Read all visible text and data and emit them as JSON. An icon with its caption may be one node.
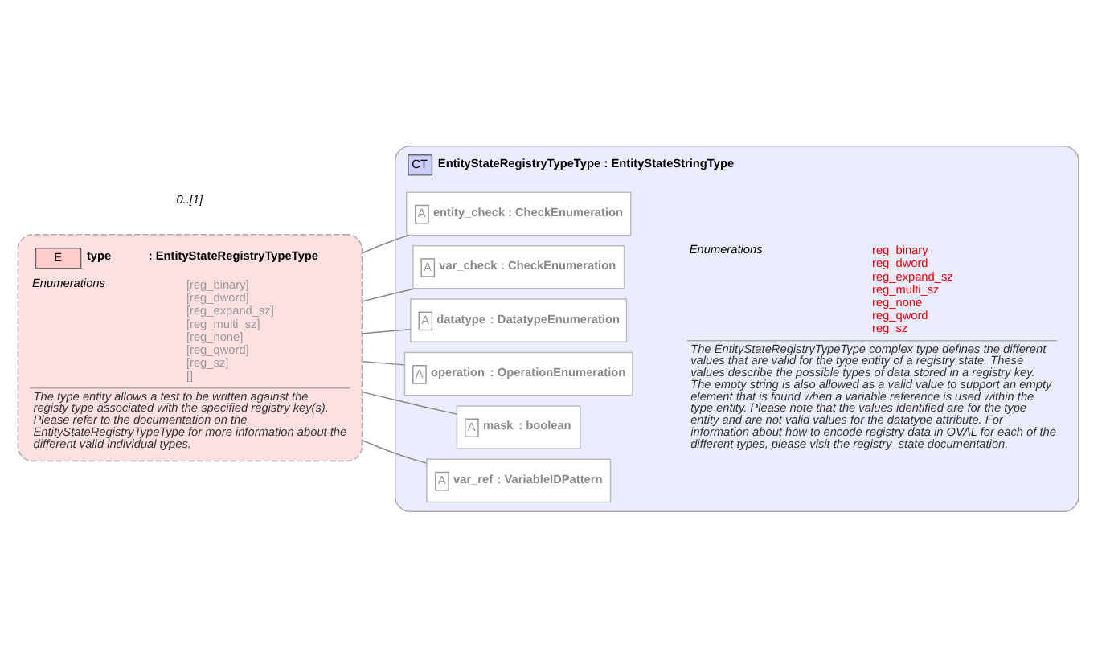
{
  "diagram": {
    "nodes": [
      {
        "text": [
          "E",
          "type",
          ": EntityStateRegistryTypeType",
          "Enumerations",
          "[reg_binary]",
          "[reg_dword]",
          "[reg_expand_sz]",
          "[reg_multi_sz]",
          "[reg_none]",
          "[reg_qword]",
          "[reg_sz]",
          "[]",
          "The type entity allows a test to be written against the registy type associated with the specified registry key(s). Please refer to the documentation on the EntityStateRegistryTypeType for more information about the different valid individual types."
        ],
        "beside": [
          "0..[1]"
        ]
      },
      {
        "text": [
          "CT",
          "EntityStateRegistryTypeType",
          ": EntityStateStringType",
          "Enumerations",
          "reg_binary",
          "reg_dword",
          "reg_expand_sz",
          "reg_multi_sz",
          "reg_none",
          "reg_qword",
          "reg_sz",
          "The EntityStateRegistryTypeType complex type defines the different values that are valid for the type entity of a registry state. These values describe the possible types of data stored in a registry key. The empty string is also allowed as a valid value to support an empty element that is found when a variable reference is used within the type entity. Please note that the values identified are for the type entity and are not valid values for the datatype attribute. For information about how to encode registry data in OVAL for each of the different types, please visit the registry_state documentation."
        ]
      },
      {
        "text": [
          "A",
          "entity_check",
          ": CheckEnumeration"
        ],
        "in": 1
      },
      {
        "text": [
          "A",
          "var_check",
          ": CheckEnumeration"
        ],
        "in": 1
      },
      {
        "text": [
          "A",
          "datatype",
          ": DatatypeEnumeration"
        ],
        "in": 1
      },
      {
        "text": [
          "A",
          "operation",
          ": OperationEnumeration"
        ],
        "in": 1
      },
      {
        "text": [
          "A",
          "mask",
          ": boolean"
        ],
        "in": 1
      },
      {
        "text": [
          "A",
          "var_ref",
          ": VariableIDPattern"
        ],
        "in": 1
      }
    ],
    "edges": [
      {
        "from": 0,
        "to": 2,
        "arrow": "none"
      },
      {
        "from": 0,
        "to": 3,
        "arrow": "none"
      },
      {
        "from": 0,
        "to": 4,
        "arrow": "none"
      },
      {
        "from": 0,
        "to": 5,
        "arrow": "none"
      },
      {
        "from": 0,
        "to": 6,
        "arrow": "none"
      },
      {
        "from": 0,
        "to": 7,
        "arrow": "none"
      }
    ]
  }
}
